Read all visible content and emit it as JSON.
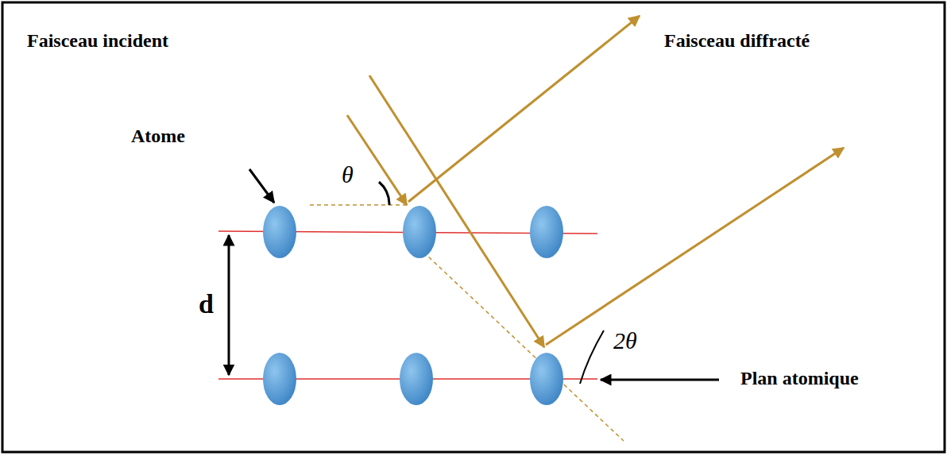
{
  "diagram": {
    "labels": [
      "Faisceau incident",
      "Faisceau diffracté",
      "Atome",
      "θ",
      "d",
      "2θ",
      "Plan atomique"
    ]
  }
}
